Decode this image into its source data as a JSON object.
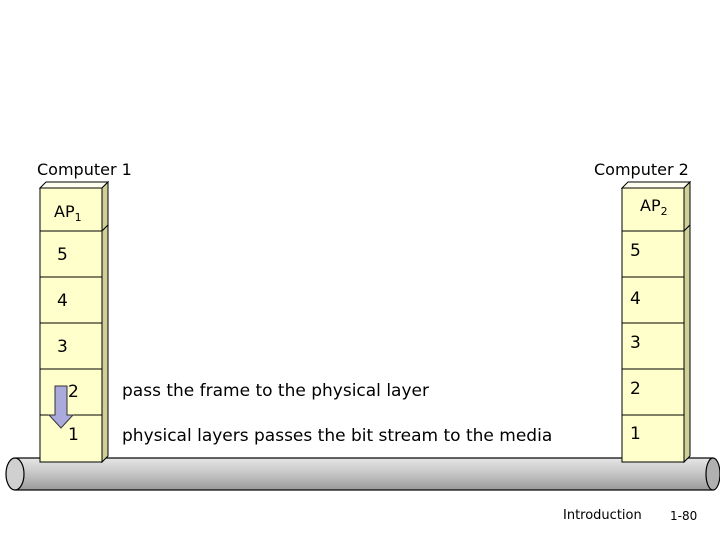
{
  "computer1": {
    "title": "Computer 1",
    "ap_base": "AP",
    "ap_sub": "1",
    "layers": [
      "5",
      "4",
      "3",
      "2",
      "1"
    ]
  },
  "computer2": {
    "title": "Computer 2",
    "ap_base": "AP",
    "ap_sub": "2",
    "layers": [
      "5",
      "4",
      "3",
      "2",
      "1"
    ]
  },
  "annotations": {
    "layer2": "pass the frame to the physical layer",
    "layer1": "physical layers passes the bit stream to the media"
  },
  "footer": {
    "section": "Introduction",
    "page": "1-80"
  },
  "colors": {
    "stack_fill": "#ffffcc",
    "arrow_fill": "#aaaadd",
    "pipe_fill": "#c8c8c8"
  }
}
